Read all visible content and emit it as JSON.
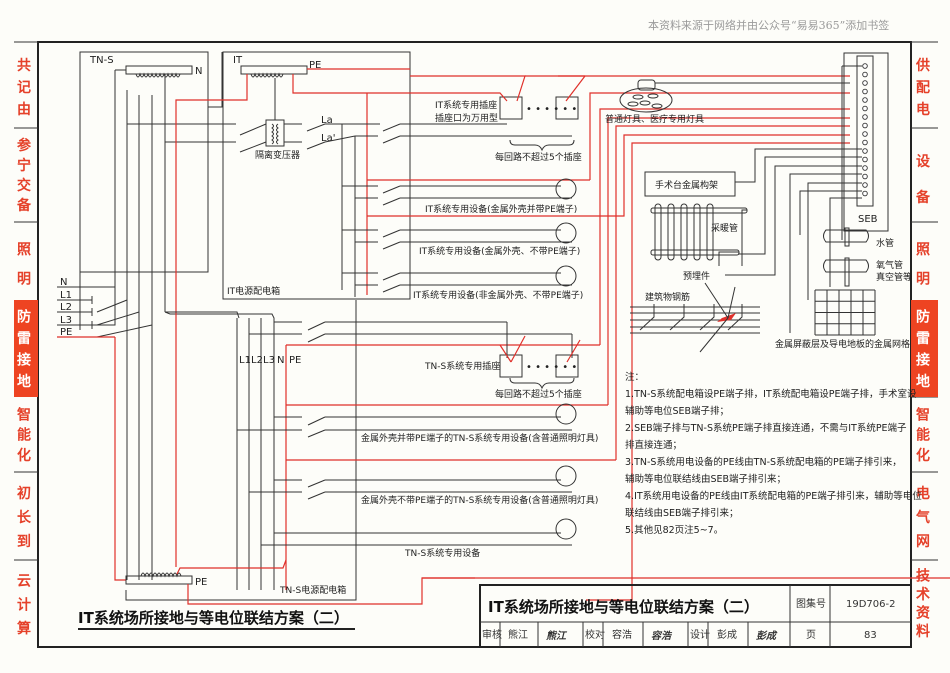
{
  "watermark": "本资料来源于网络并由公众号“易易365”添加书签",
  "left_tabs": [
    {
      "label": "共记由",
      "active": false
    },
    {
      "label": "参宁交备",
      "active": false
    },
    {
      "label": "照明",
      "active": false
    },
    {
      "label": "防雷接地",
      "active": true
    },
    {
      "label": "智能化",
      "active": false
    },
    {
      "label": "初长到",
      "active": false
    },
    {
      "label": "云计算",
      "active": false
    }
  ],
  "right_tabs": [
    {
      "label": "供配电",
      "active": false
    },
    {
      "label": "设备",
      "active": false
    },
    {
      "label": "照明",
      "active": false
    },
    {
      "label": "防雷接地",
      "active": true
    },
    {
      "label": "智能化",
      "active": false
    },
    {
      "label": "电气网",
      "active": false
    },
    {
      "label": "技术资料",
      "active": false
    }
  ],
  "diagram": {
    "tns_box_label": "TN-S",
    "tns_n_label": "N",
    "it_box_label": "IT",
    "it_pe_label": "PE",
    "transformer_label": "隔离变压器",
    "la_label": "La",
    "la_prime_label": "La'",
    "it_panel_label": "IT电源配电箱",
    "incoming": [
      "N",
      "L1",
      "L2",
      "L3",
      "PE"
    ],
    "tns_bus_labels": [
      "L1",
      "L2",
      "L3",
      "N",
      "PE"
    ],
    "tns_pe_label": "PE",
    "tns_panel_label": "TN-S电源配电箱",
    "it_socket_label_1": "IT系统专用插座",
    "it_socket_label_2": "插座口为万用型",
    "it_socket_note": "每回路不超过5个插座",
    "it_device_1": "IT系统专用设备(金属外壳并带PE端子)",
    "it_device_2": "IT系统专用设备(金属外壳、不带PE端子)",
    "it_device_3": "IT系统专用设备(非金属外壳、不带PE端子)",
    "tns_socket_label": "TN-S系统专用插座",
    "tns_socket_note": "每回路不超过5个插座",
    "tns_device_1": "金属外壳并带PE端子的TN-S系统专用设备(含普通照明灯具)",
    "tns_device_2": "金属外壳不带PE端子的TN-S系统专用设备(含普通照明灯具)",
    "tns_device_3": "TN-S系统专用设备",
    "lamp_label": "普通灯具、医疗专用灯具",
    "operating_table_label": "手术台金属构架",
    "heater_label": "采暖管",
    "embedded_label": "预埋件",
    "rebar_label": "建筑物钢筋",
    "seb_label": "SEB",
    "water_pipe_label": "水管",
    "gas_pipe_label_1": "氧气管",
    "gas_pipe_label_2": "真空管等",
    "grid_label": "金属屏蔽层及导电地板的金属网格"
  },
  "notes": {
    "heading": "注：",
    "items": [
      "1.TN-S系统配电箱设PE端子排，IT系统配电箱设PE端子排，手术室设",
      "   辅助等电位SEB端子排；",
      "2.SEB端子排与TN-S系统PE端子排直接连通，不需与IT系统PE端子",
      "   排直接连通；",
      "3.TN-S系统用电设备的PE线由TN-S系统配电箱的PE端子排引来，",
      "   辅助等电位联结线由SEB端子排引来；",
      "4.IT系统用电设备的PE线由IT系统配电箱的PE端子排引来，辅助等电位",
      "   联结线由SEB端子排引来；",
      "5.其他见82页注5~7。"
    ]
  },
  "bottom_caption": "IT系统场所接地与等电位联结方案（二）",
  "title_block": {
    "title": "IT系统场所接地与等电位联结方案（二）",
    "atlas_label": "图集号",
    "atlas_no": "19D706-2",
    "review_label": "审核",
    "reviewer": "熊江",
    "reviewer_sig": "熊江",
    "check_label": "校对",
    "checker": "容浩",
    "checker_sig": "容浩",
    "design_label": "设计",
    "designer": "彭成",
    "designer_sig": "彭成",
    "page_label": "页",
    "page_no": "83"
  },
  "colors": {
    "accent_red": "#e0302a",
    "tab_active": "#ee4422",
    "line": "#333333"
  }
}
